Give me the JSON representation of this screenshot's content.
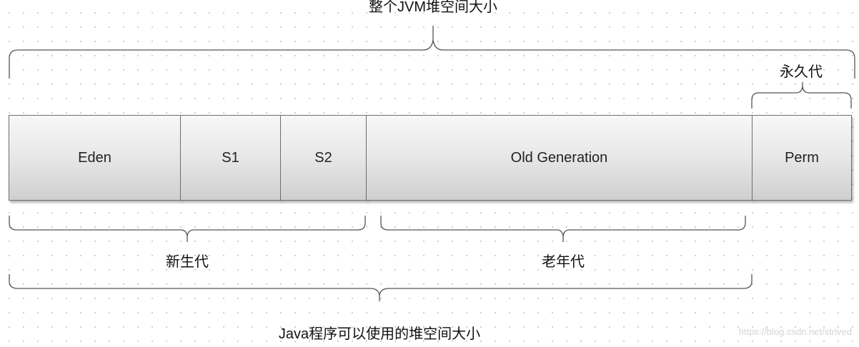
{
  "diagram": {
    "title": "整个JVM堆空间大小",
    "perm_title": "永久代",
    "blocks": {
      "eden": "Eden",
      "s1": "S1",
      "s2": "S2",
      "old": "Old Generation",
      "perm": "Perm"
    },
    "young_label": "新生代",
    "old_label": "老年代",
    "java_heap_label": "Java程序可以使用的堆空间大小"
  },
  "watermark": "https://blog.csdn.net/strived"
}
